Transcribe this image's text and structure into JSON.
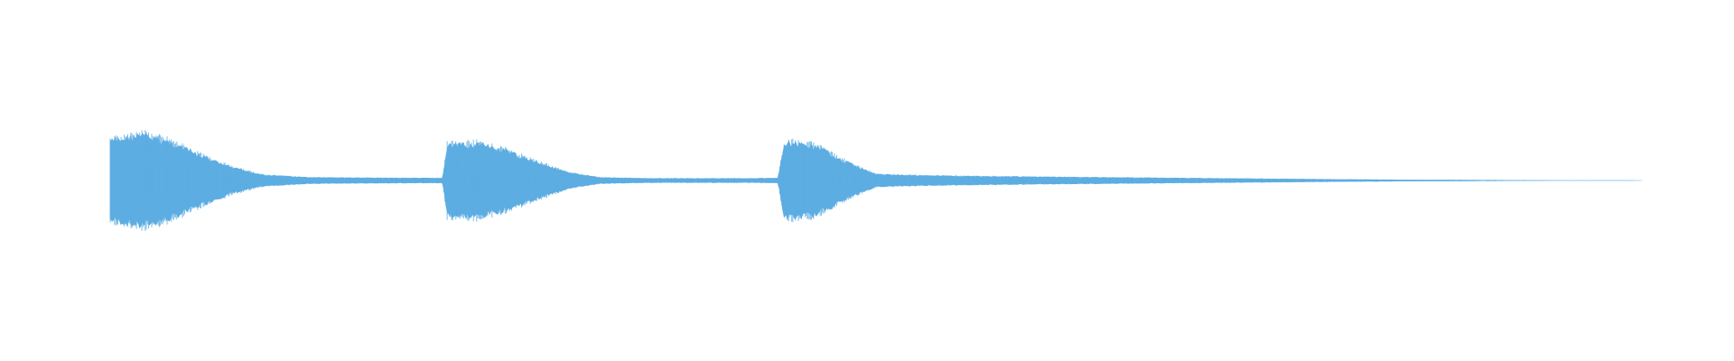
{
  "chart_data": {
    "type": "area",
    "title": "",
    "xlabel": "",
    "ylabel": "",
    "grid": false,
    "legend": "none",
    "ylim": [
      -1,
      1
    ],
    "xlim": [
      0,
      1
    ],
    "color": "#5dade2",
    "series": [
      {
        "x": [
          0.0,
          0.02,
          0.04,
          0.06,
          0.08,
          0.1,
          0.13,
          0.16,
          0.2,
          0.217,
          0.22,
          0.24,
          0.26,
          0.28,
          0.3,
          0.32,
          0.35,
          0.38,
          0.42,
          0.436,
          0.44,
          0.46,
          0.48,
          0.5,
          0.53,
          0.56,
          0.6,
          0.65,
          0.7,
          0.75,
          0.8,
          0.85,
          0.9,
          0.95,
          1.0
        ],
        "upper": [
          0.62,
          0.72,
          0.6,
          0.38,
          0.2,
          0.09,
          0.05,
          0.045,
          0.04,
          0.04,
          0.55,
          0.58,
          0.45,
          0.28,
          0.12,
          0.05,
          0.035,
          0.035,
          0.035,
          0.04,
          0.6,
          0.55,
          0.3,
          0.1,
          0.08,
          0.07,
          0.06,
          0.05,
          0.04,
          0.03,
          0.02,
          0.012,
          0.008,
          0.004,
          0.002
        ],
        "lower": [
          -0.62,
          -0.72,
          -0.6,
          -0.38,
          -0.2,
          -0.09,
          -0.05,
          -0.045,
          -0.04,
          -0.04,
          -0.55,
          -0.58,
          -0.45,
          -0.28,
          -0.12,
          -0.05,
          -0.035,
          -0.035,
          -0.035,
          -0.04,
          -0.6,
          -0.55,
          -0.3,
          -0.1,
          -0.08,
          -0.07,
          -0.06,
          -0.05,
          -0.04,
          -0.03,
          -0.02,
          -0.012,
          -0.008,
          -0.004,
          -0.002
        ]
      }
    ]
  }
}
